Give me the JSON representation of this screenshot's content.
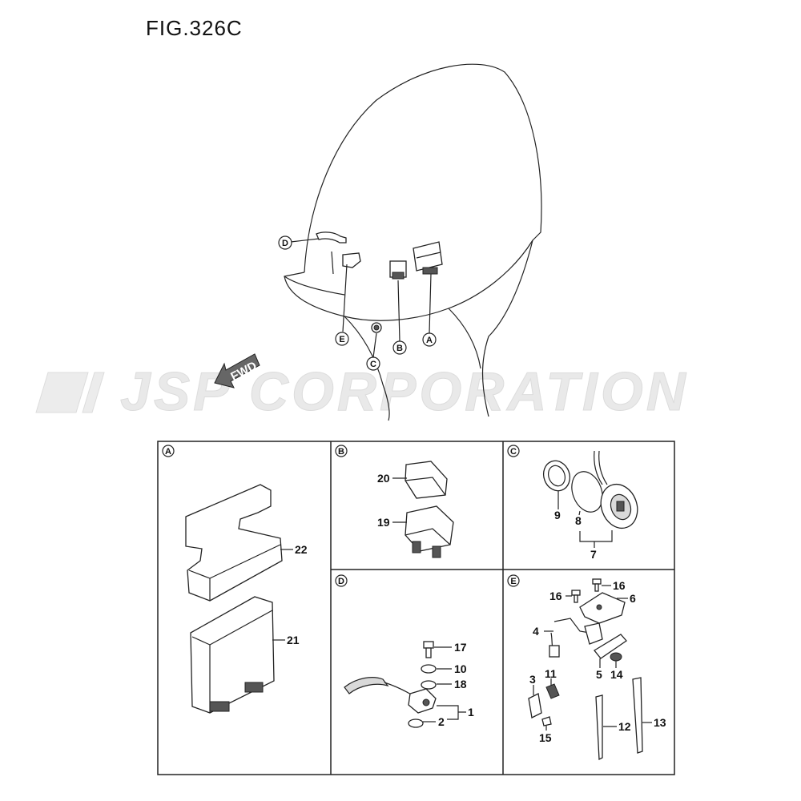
{
  "figure_title": "FIG.326C",
  "watermark": "JSP CORPORATION",
  "fwd_label": "FWD",
  "callouts": {
    "overview": [
      "D",
      "E",
      "C",
      "B",
      "A"
    ],
    "panels": [
      "A",
      "B",
      "C",
      "D",
      "E"
    ]
  },
  "parts": {
    "p1": "1",
    "p2": "2",
    "p3": "3",
    "p4": "4",
    "p5": "5",
    "p6": "6",
    "p7": "7",
    "p8": "8",
    "p9": "9",
    "p10": "10",
    "p11": "11",
    "p12": "12",
    "p13": "13",
    "p14": "14",
    "p15": "15",
    "p16a": "16",
    "p16b": "16",
    "p17": "17",
    "p18": "18",
    "p19": "19",
    "p20": "20",
    "p21": "21",
    "p22": "22"
  }
}
